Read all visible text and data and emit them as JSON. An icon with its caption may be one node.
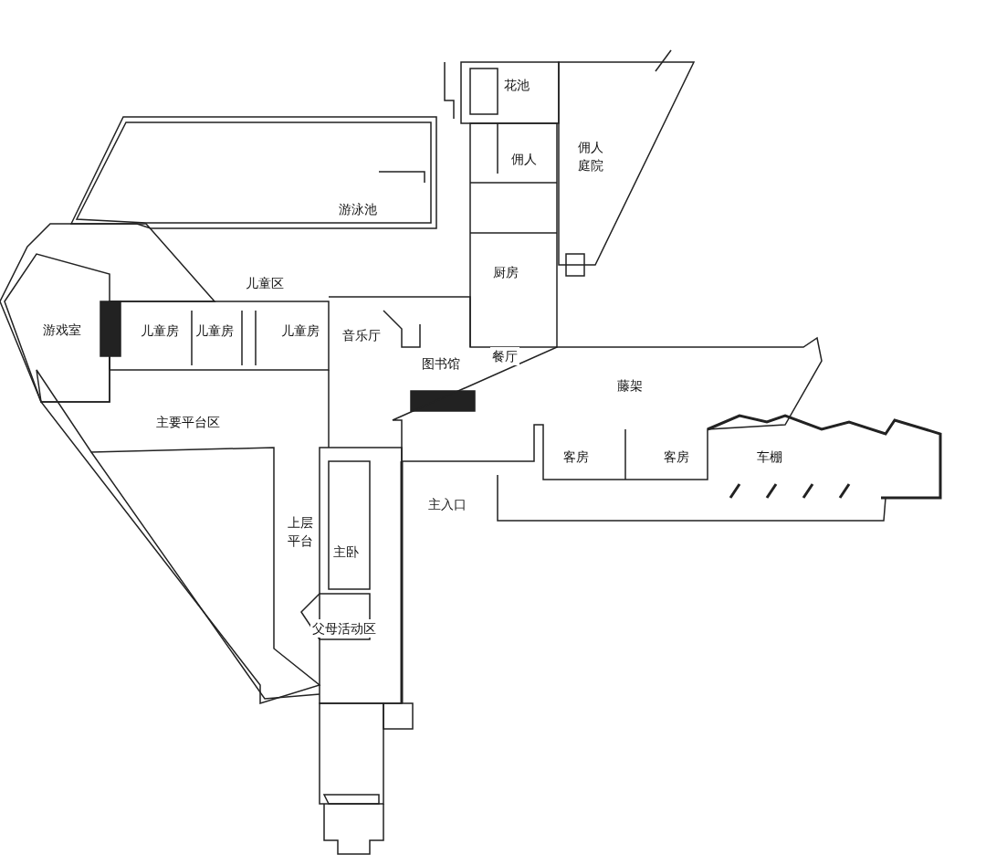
{
  "diagram": {
    "labels": [
      "花池",
      "佣人",
      "佣人庭院",
      "游泳池",
      "儿童区",
      "厨房",
      "游戏室",
      "儿童房",
      "儿童房",
      "儿童房",
      "音乐厅",
      "餐厅",
      "图书馆",
      "藤架",
      "主要平台区",
      "客房",
      "客房",
      "车棚",
      "主入口",
      "上层平台",
      "主卧",
      "父母活动区"
    ]
  }
}
